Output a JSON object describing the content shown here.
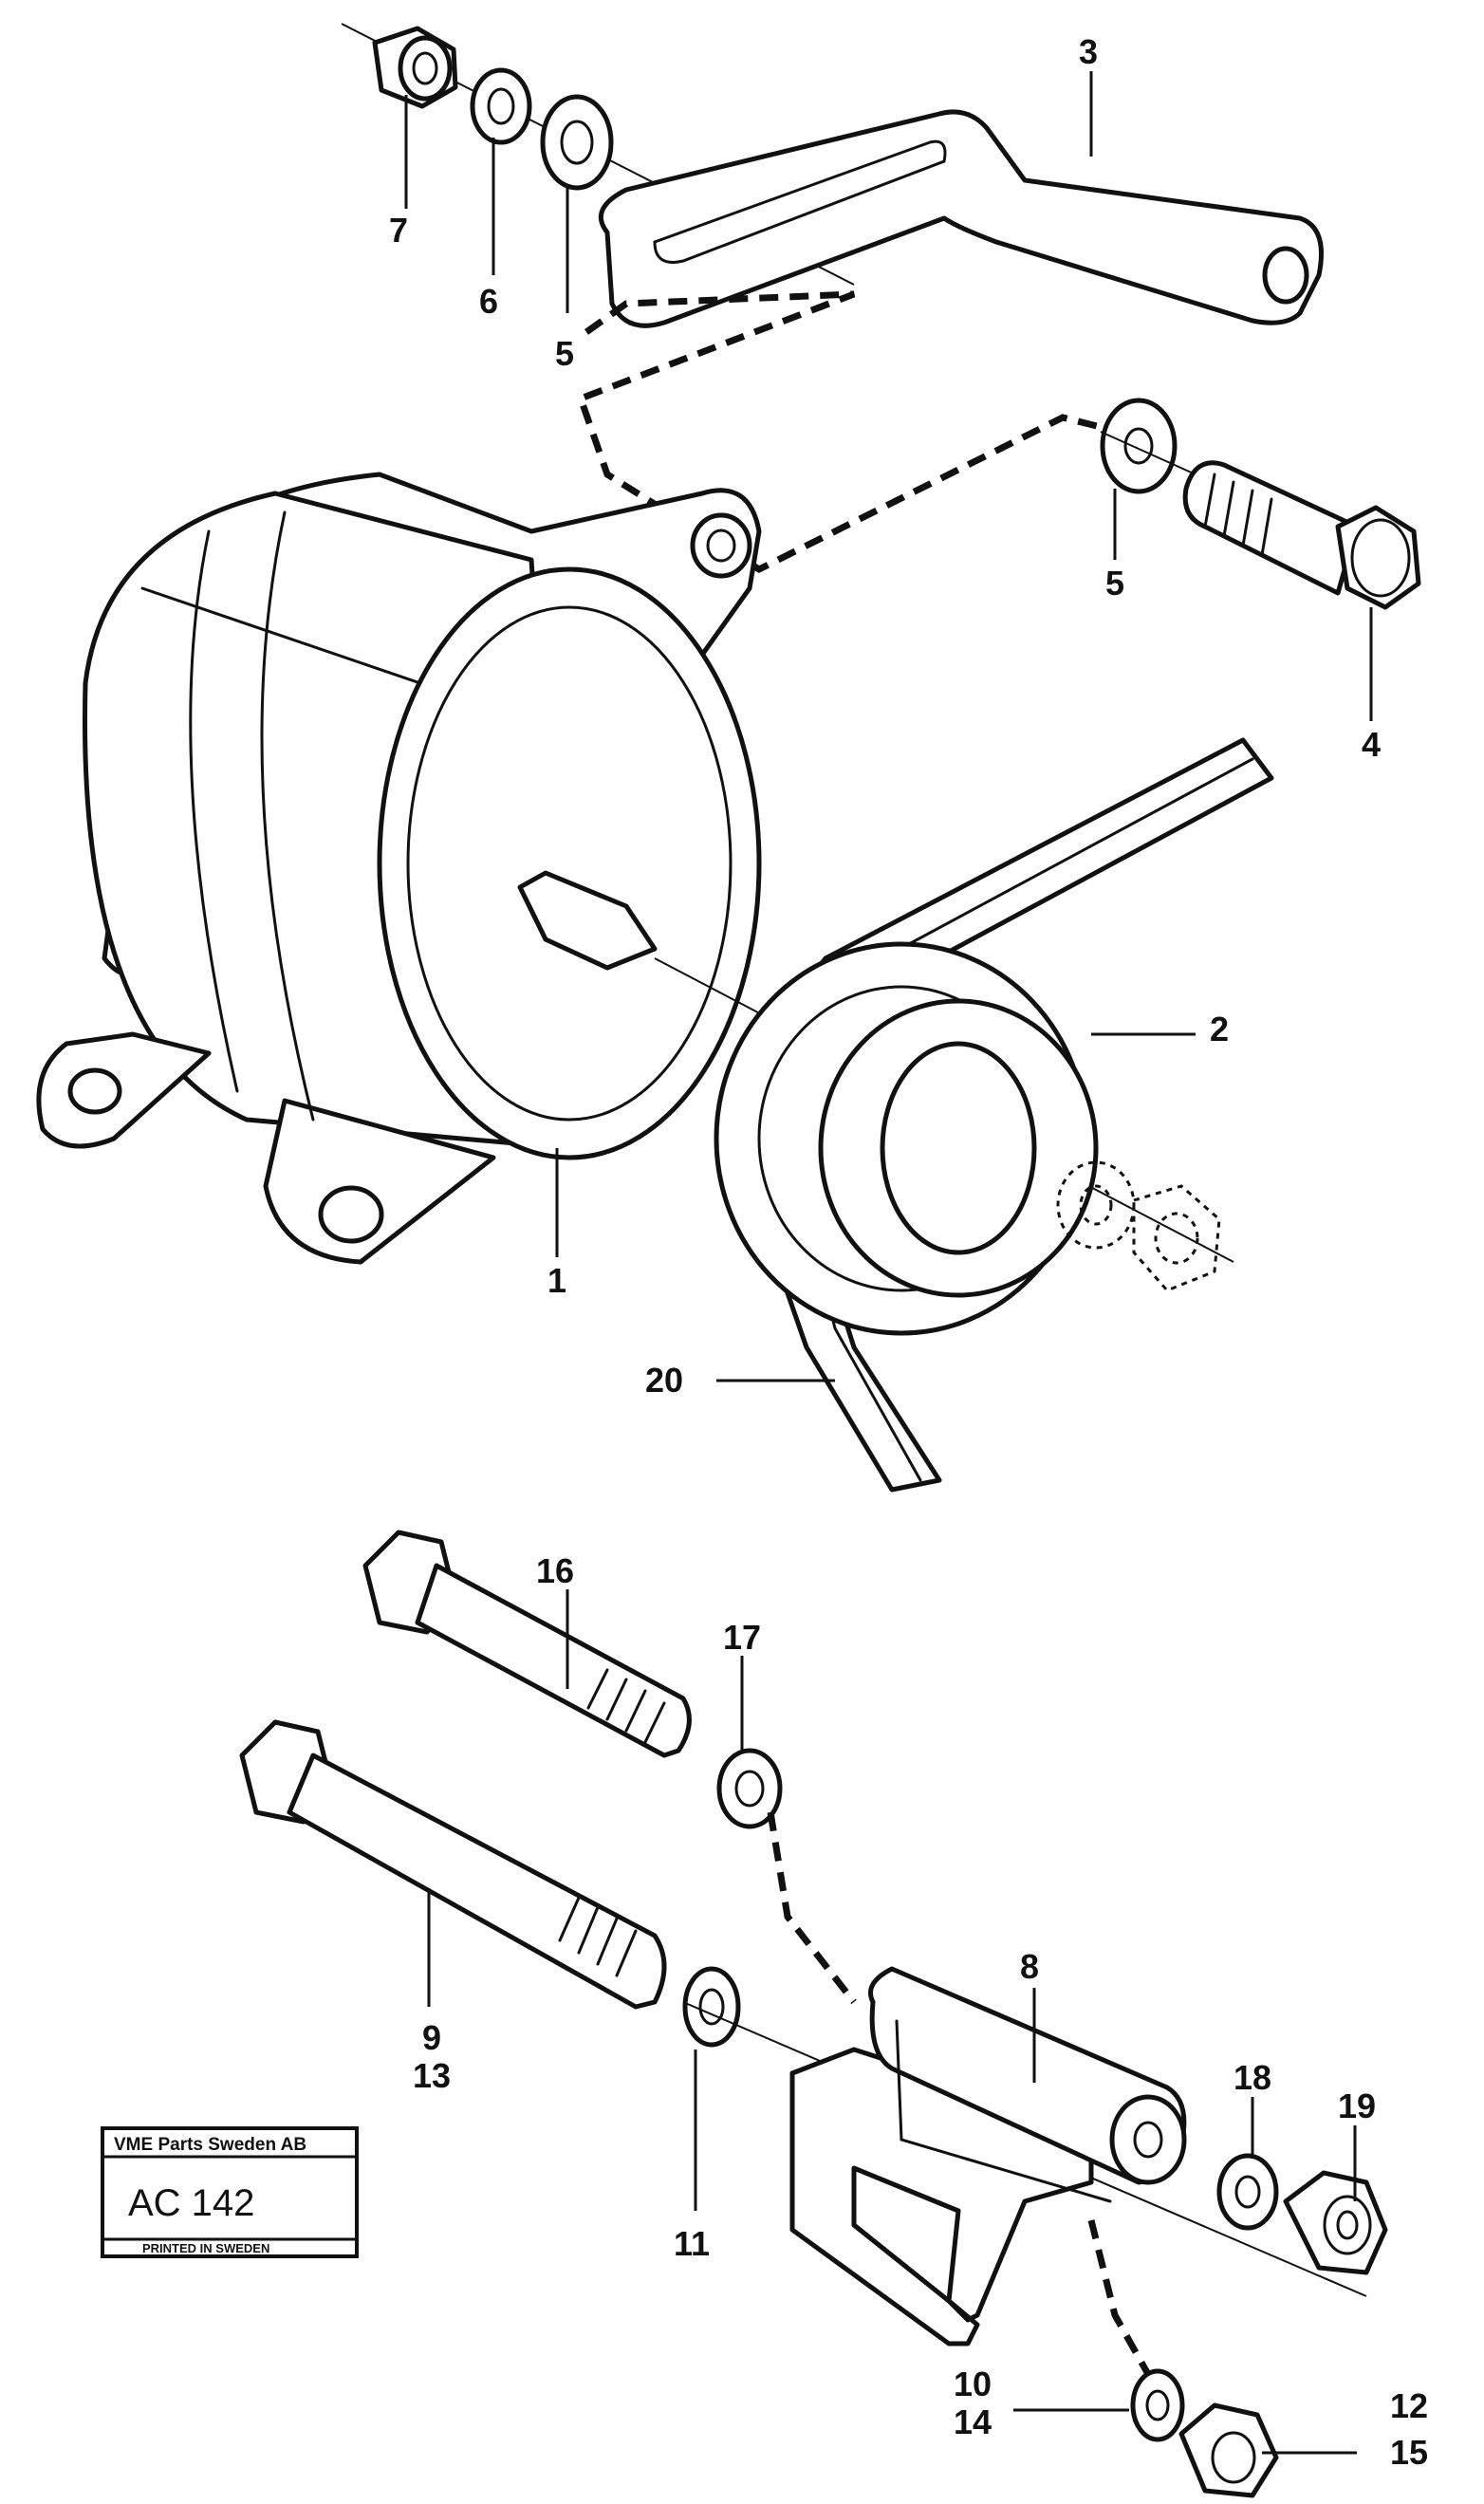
{
  "labels": {
    "l1": "1",
    "l2": "2",
    "l3": "3",
    "l4": "4",
    "l5a": "5",
    "l5b": "5",
    "l6": "6",
    "l7": "7",
    "l8": "8",
    "l9": "9",
    "l13": "13",
    "l10": "10",
    "l14": "14",
    "l11": "11",
    "l12": "12",
    "l15": "15",
    "l16": "16",
    "l17": "17",
    "l18": "18",
    "l19": "19",
    "l20": "20"
  },
  "stamp": {
    "company": "VME Parts Sweden AB",
    "code": "AC 142",
    "printed": "PRINTED IN SWEDEN"
  }
}
